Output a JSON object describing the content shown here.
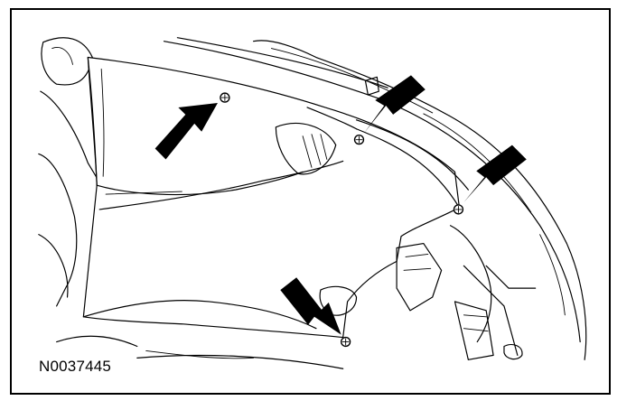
{
  "figure": {
    "id_label": "N0037445"
  },
  "arrows": [
    {
      "name": "arrow-upper-left-fastener"
    },
    {
      "name": "arrow-upper-center-fastener"
    },
    {
      "name": "arrow-right-fastener"
    },
    {
      "name": "arrow-lower-fastener"
    }
  ],
  "fasteners": [
    {
      "name": "fastener-upper-left"
    },
    {
      "name": "fastener-upper-center"
    },
    {
      "name": "fastener-right"
    },
    {
      "name": "fastener-lower"
    }
  ]
}
